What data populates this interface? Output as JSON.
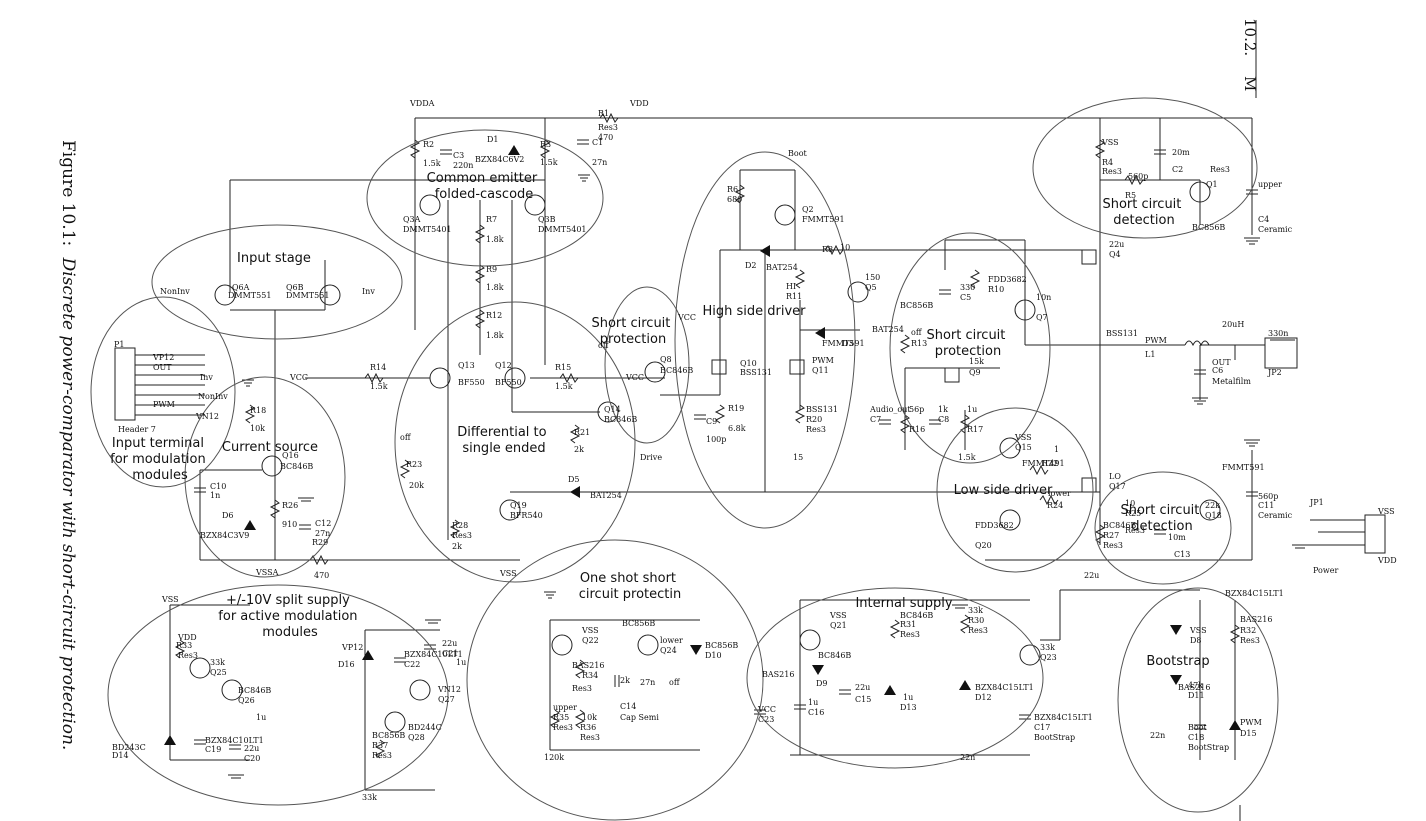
{
  "page_header": {
    "section": "10.2.",
    "letter": "M"
  },
  "caption": {
    "prefix": "Figure 10.1:",
    "text": "Discrete power-comparator with short-circuit protection."
  },
  "blocks": [
    {
      "key": "common_emitter",
      "lines": [
        "Common emitter",
        "folded-cascode"
      ]
    },
    {
      "key": "input_stage",
      "lines": [
        "Input stage"
      ]
    },
    {
      "key": "input_terminal",
      "lines": [
        "Input terminal",
        "for modulation",
        "modules"
      ]
    },
    {
      "key": "current_source",
      "lines": [
        "Current source"
      ]
    },
    {
      "key": "differential",
      "lines": [
        "Differential to",
        "single ended"
      ]
    },
    {
      "key": "sc_protection_left",
      "lines": [
        "Short circuit",
        "protection"
      ]
    },
    {
      "key": "high_side",
      "lines": [
        "High side driver"
      ]
    },
    {
      "key": "sc_protection_mid",
      "lines": [
        "Short circuit",
        "protection"
      ]
    },
    {
      "key": "sc_detection_top",
      "lines": [
        "Short circuit",
        "detection"
      ]
    },
    {
      "key": "low_side",
      "lines": [
        "Low side driver"
      ]
    },
    {
      "key": "sc_detection_bottom",
      "lines": [
        "Short circuit",
        "detection"
      ]
    },
    {
      "key": "split_supply",
      "lines": [
        "+/-10V split supply",
        "for active modulation",
        "modules"
      ]
    },
    {
      "key": "one_shot",
      "lines": [
        "One shot short",
        "circuit protectin"
      ]
    },
    {
      "key": "internal_supply",
      "lines": [
        "Internal supply"
      ]
    },
    {
      "key": "bootstrap",
      "lines": [
        "Bootstrap"
      ]
    }
  ],
  "labels": [
    "VDDA",
    "D1",
    "BZX84C6V2",
    "R2",
    "1.5k",
    "C3",
    "220n",
    "R3",
    "1.5k",
    "R1",
    "Res3",
    "470",
    "VDD",
    "C1",
    "27n",
    "Q3A",
    "DMMT5401",
    "Q3B",
    "DMMT5401",
    "R7",
    "1.8k",
    "R9",
    "1.8k",
    "R12",
    "1.8k",
    "Q6A",
    "DMMT551",
    "Q6B",
    "DMMT551",
    "NonInv",
    "Inv",
    "P1",
    "VP12",
    "OUT",
    "Inv",
    "NonInv",
    "PWM",
    "VN12",
    "Header 7",
    "VCC",
    "R14",
    "1.5k",
    "Q13",
    "BF550",
    "Q12",
    "BF550",
    "R15",
    "1.5k",
    "VCC",
    "R18",
    "10k",
    "Q16",
    "BC846B",
    "C10",
    "1n",
    "D6",
    "BZX84C3V9",
    "R26",
    "910",
    "C12",
    "27n",
    "R29",
    "470",
    "VSSA",
    "off",
    "R23",
    "20k",
    "R21",
    "2k",
    "Q14",
    "BC846B",
    "Drive",
    "D5",
    "BAT254",
    "R28",
    "Res3",
    "2k",
    "Q19",
    "BFR540",
    "VSS",
    "off",
    "Q8",
    "BC846B",
    "VCC",
    "C9",
    "100p",
    "Q10",
    "BSS131",
    "R19",
    "6.8k",
    "Boot",
    "R6",
    "680",
    "Q2",
    "FMMT591",
    "D2",
    "BAT254",
    "R8",
    "10",
    "HI",
    "R11",
    "150",
    "Q5",
    "FMMT591",
    "D3",
    "BAT254",
    "PWM",
    "Q11",
    "BSS131",
    "R20",
    "Res3",
    "15",
    "VSS",
    "R4",
    "Res3",
    "20m",
    "C2",
    "560p",
    "R5",
    "Res3",
    "Q1",
    "BC856B",
    "upper",
    "C4",
    "Ceramic",
    "22u",
    "Q4",
    "FDD3682",
    "R10",
    "330",
    "C5",
    "10n",
    "Q7",
    "BC856B",
    "off",
    "R13",
    "15k",
    "Q9",
    "BSS131",
    "PWM",
    "L1",
    "20uH",
    "OUT",
    "C6",
    "Metalfilm",
    "330n",
    "JP2",
    "Audio_out",
    "C7",
    "56p",
    "R16",
    "1k",
    "C8",
    "1u",
    "R17",
    "1.5k",
    "VSS",
    "Q15",
    "FMMT491",
    "R22",
    "1",
    "LO",
    "Q17",
    "FDD3682",
    "Q20",
    "FMMT591",
    "lower",
    "R24",
    "10",
    "R25",
    "Res3",
    "22k",
    "Q18",
    "BC846B",
    "R27",
    "Res3",
    "10m",
    "C13",
    "560p",
    "C11",
    "Ceramic",
    "22u",
    "VSS",
    "JP1",
    "VDD",
    "Power",
    "VSS",
    "VDD",
    "R33",
    "Res3",
    "33k",
    "Q25",
    "BC846B",
    "Q26",
    "BD243C",
    "D14",
    "BZX84C10LT1",
    "C19",
    "22u",
    "C20",
    "1u",
    "VP12",
    "D16",
    "BZX84C10LT1",
    "C22",
    "22u",
    "C21",
    "1u",
    "VN12",
    "Q27",
    "BD244C",
    "Q28",
    "BC856B",
    "R37",
    "Res3",
    "33k",
    "VSS",
    "Q22",
    "BC856B",
    "lower",
    "Q24",
    "BC856B",
    "D10",
    "BAS216",
    "R34",
    "Res3",
    "2k",
    "C14",
    "Cap Semi",
    "27n",
    "off",
    "upper",
    "R35",
    "Res3",
    "10k",
    "R36",
    "Res3",
    "120k",
    "VSS",
    "Q21",
    "BC846B",
    "R31",
    "Res3",
    "33k",
    "R30",
    "Res3",
    "33k",
    "Q23",
    "BC846B",
    "D9",
    "BAS216",
    "VCC",
    "C23",
    "1u",
    "C16",
    "22u",
    "C15",
    "1u",
    "D13",
    "BZX84C15LT1",
    "D12",
    "BZX84C15LT1",
    "C17",
    "BootStrap",
    "22n",
    "VSS",
    "D8",
    "BAS216",
    "R32",
    "Res3",
    "47k",
    "D11",
    "BAS216",
    "Boot",
    "C18",
    "BootStrap",
    "22n",
    "PWM",
    "D15",
    "BZX84C15LT1",
    "VDD"
  ]
}
